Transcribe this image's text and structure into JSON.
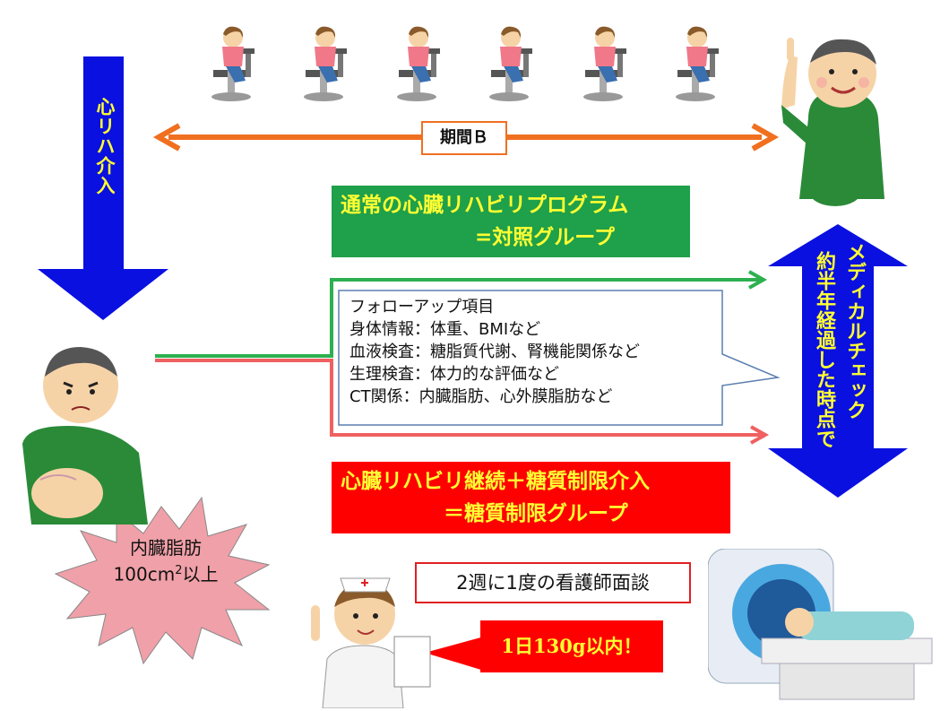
{
  "left_arrow": {
    "label": "心リハ介入"
  },
  "period": {
    "label": "期間Ｂ"
  },
  "control_group": {
    "line1": "通常の心臓リハビリプログラム",
    "line2": "=対照グループ"
  },
  "followup": {
    "title": "フォローアップ項目",
    "items": [
      "身体情報：体重、BMIなど",
      "血液検査：糖脂質代謝、腎機能関係など",
      "生理検査：体力的な評価など",
      "CT関係：内臓脂肪、心外膜脂肪など"
    ]
  },
  "checkup_arrow": {
    "col1": "メディカルチェック",
    "col2": "約半年経過した時点で"
  },
  "carb_group": {
    "line1": "心臓リハビリ継続＋糖質制限介入",
    "line2": "＝糖質制限グループ"
  },
  "burst": {
    "line1": "内臓脂肪",
    "line2_prefix": "100cm",
    "line2_sup": "2",
    "line2_suffix": "以上"
  },
  "nurse_interview": {
    "label": "2週に1度の看護師面談"
  },
  "carb_limit": {
    "label": "1日130g以内！"
  },
  "colors": {
    "blue_arrow": "#0a10e0",
    "orange": "#f07020",
    "green": "#1fa04a",
    "red": "#ff0000",
    "yellow_text": "#ffff33"
  },
  "icons": [
    "exercise-bike-person-icon",
    "pointing-man-icon",
    "worried-man-icon",
    "nurse-icon",
    "ct-scanner-icon"
  ]
}
